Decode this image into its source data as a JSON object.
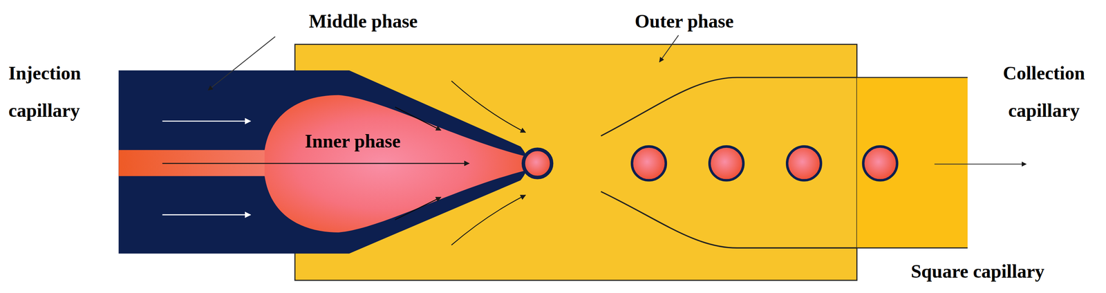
{
  "diagram": {
    "labels": [
      "Middle phase",
      "Outer phase",
      "Injection capillary",
      "Inner phase",
      "Collection capillary",
      "Square capillary"
    ]
  }
}
